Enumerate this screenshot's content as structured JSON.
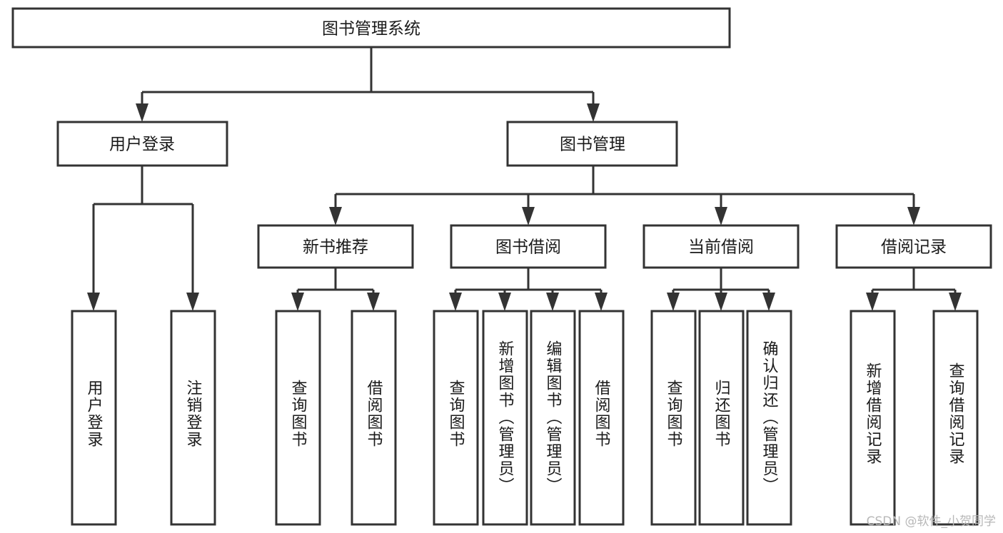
{
  "diagram": {
    "type": "tree",
    "title": "图书管理系统",
    "watermark": "CSDN @软件_小贺同学",
    "colors": {
      "box_stroke": "#333333",
      "box_fill": "#ffffff",
      "text": "#1a1a1a",
      "background": "#ffffff",
      "watermark": "#b8b8b8"
    },
    "root": {
      "label": "图书管理系统"
    },
    "level2": [
      {
        "label": "用户登录"
      },
      {
        "label": "图书管理"
      }
    ],
    "level3": [
      {
        "label": "新书推荐"
      },
      {
        "label": "图书借阅"
      },
      {
        "label": "当前借阅"
      },
      {
        "label": "借阅记录"
      }
    ],
    "leaves": {
      "user_login": [
        {
          "label": "用户登录"
        },
        {
          "label": "注销登录"
        }
      ],
      "new_book": [
        {
          "label": "查询图书"
        },
        {
          "label": "借阅图书"
        }
      ],
      "book_borrow": [
        {
          "label": "查询图书"
        },
        {
          "label": "新增图书（管理员）"
        },
        {
          "label": "编辑图书（管理员）"
        },
        {
          "label": "借阅图书"
        }
      ],
      "current_borrow": [
        {
          "label": "查询图书"
        },
        {
          "label": "归还图书"
        },
        {
          "label": "确认归还（管理员）"
        }
      ],
      "borrow_record": [
        {
          "label": "新增借阅记录"
        },
        {
          "label": "查询借阅记录"
        }
      ]
    }
  }
}
